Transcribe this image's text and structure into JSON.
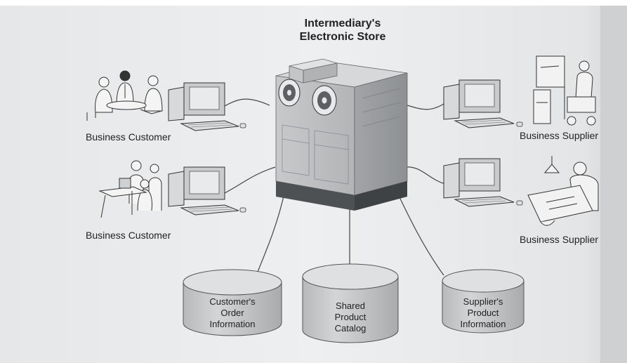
{
  "title": {
    "line1": "Intermediary's",
    "line2": "Electronic Store"
  },
  "customers": [
    {
      "label": "Business Customer"
    },
    {
      "label": "Business Customer"
    }
  ],
  "suppliers": [
    {
      "label": "Business Supplier"
    },
    {
      "label": "Business Supplier"
    }
  ],
  "databases": [
    {
      "lines": [
        "Customer's",
        "Order",
        "Information"
      ]
    },
    {
      "lines": [
        "Shared",
        "Product",
        "Catalog"
      ]
    },
    {
      "lines": [
        "Supplier's",
        "Product",
        "Information"
      ]
    }
  ],
  "colors": {
    "background": "#eceded",
    "server_front": "#bfc2c4",
    "server_top": "#d5d7d8",
    "server_base": "#5a5d60",
    "db_body": "#c8cacc",
    "db_top": "#dedfe0"
  }
}
